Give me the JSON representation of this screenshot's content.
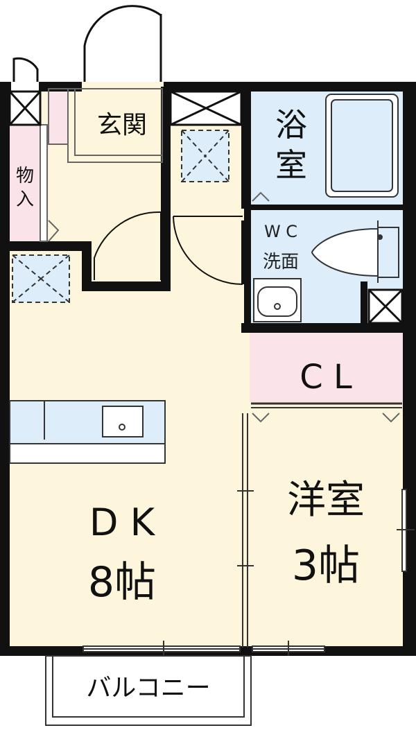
{
  "floor_plan": {
    "rooms": {
      "genkan": "玄関",
      "monoire_1": "物",
      "monoire_2": "入",
      "bath_1": "浴",
      "bath_2": "室",
      "wc_1": "W C",
      "wc_2": "洗面",
      "closet": "C L",
      "dk_1": "D K",
      "dk_2": "8帖",
      "western_1": "洋室",
      "western_2": "3帖",
      "balcony": "バルコニー"
    },
    "colors": {
      "wall": "#111111",
      "dk_floor": "#fdf6dc",
      "entrance_floor": "#fdf6dc",
      "western_floor": "#fdf6dc",
      "wet_area": "#ddeefa",
      "closet": "#fbe3ea",
      "storage": "#fbe3ea",
      "fixture_fill": "#ddeefa",
      "fixture_stroke": "#5a7a8a"
    }
  }
}
